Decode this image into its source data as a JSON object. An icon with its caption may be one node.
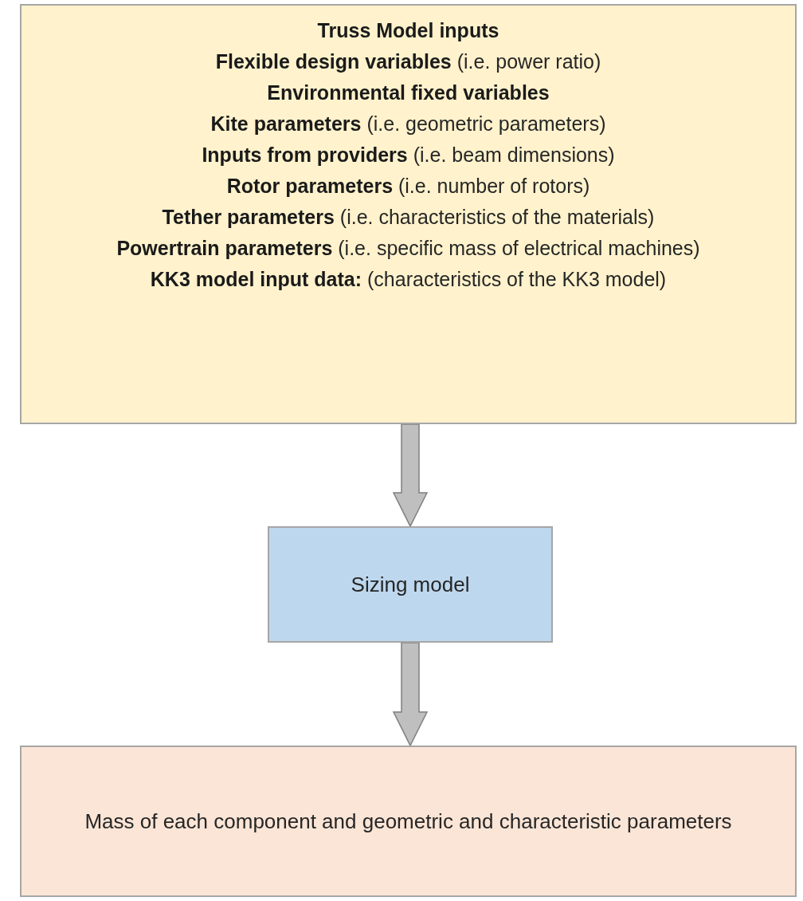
{
  "diagram": {
    "nodes": [
      {
        "text": [
          "**Truss Model inputs**",
          "**Flexible design variables** (i.e. power ratio)",
          "**Environmental fixed variables**",
          "**Kite parameters** (i.e. geometric parameters)",
          "**Inputs from providers** (i.e. beam dimensions)",
          "**Rotor parameters** (i.e. number of rotors)",
          "**Tether parameters** (i.e. characteristics of the materials)",
          "**Powertrain parameters** (i.e. specific mass of electrical machines)",
          "**KK3 model input data:** (characteristics of the KK3 model)"
        ]
      },
      {
        "text": [
          "Sizing model"
        ]
      },
      {
        "text": [
          "Mass of each component and geometric and characteristic parameters"
        ]
      }
    ],
    "edges": [
      {
        "from": 0,
        "to": 1,
        "arrow": "to",
        "style": "thick"
      },
      {
        "from": 1,
        "to": 2,
        "arrow": "to",
        "style": "thick"
      }
    ]
  }
}
